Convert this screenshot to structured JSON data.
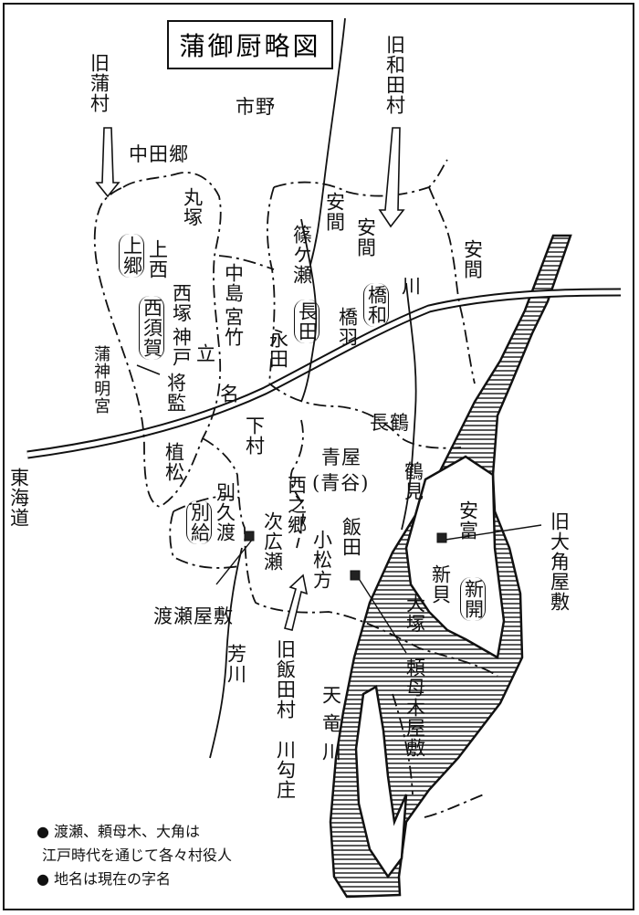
{
  "title": "蒲御厨略図",
  "labels": {
    "old_kaba_village": "旧蒲村",
    "ichino": "市野",
    "old_wada_village": "旧和田村",
    "nakatago": "中田郷",
    "maruzuka": "丸塚",
    "yasuma_upper": "安間",
    "shinogase": "篠ケ瀬",
    "yasuma_right": "安間",
    "uenishi": "上西",
    "kamigo": "上郷",
    "nishizuka": "西塚",
    "nakajima": "中島",
    "hashiwa_paren": "橋和",
    "kawa": "川",
    "nishisuga": "西須賀",
    "kanbe": "神戸",
    "miyatake": "宮竹",
    "nagata_paren": "長田",
    "hashiba": "橋羽",
    "nagata": "永田",
    "kaba_shrine": "蒲神明宮",
    "tachi": "立",
    "shogen": "将監",
    "na": "名",
    "shimomura": "下村",
    "nagatsuru": "長鶴",
    "tokaido": "東海道",
    "uematsu": "植松",
    "aoya": "青屋",
    "aoya_paren": "青谷",
    "tsurumi": "鶴見",
    "bekkuto": "別久渡",
    "bekkyu_paren": "別給",
    "nishinogo": "西之郷",
    "tsugi_hirose": "次広瀬",
    "komatsukata": "小松方",
    "iida": "飯田",
    "yasutomi": "安富",
    "shinkai": "新貝",
    "shinkai_paren": "新開",
    "old_osumi_mansion": "旧大角屋敷",
    "watase_mansion": "渡瀬屋敷",
    "otsuka": "大塚",
    "hogawa": "芳川",
    "old_iida_village": "旧飯田村",
    "yorimogi_mansion": "頼母木屋敷",
    "tenryu_river": "天竜川",
    "kawawasho": "川勾庄"
  },
  "notes": [
    "● 渡瀬、頼母木、大角は",
    "江戸時代を通じて各々村役人",
    "● 地名は現在の字名"
  ]
}
